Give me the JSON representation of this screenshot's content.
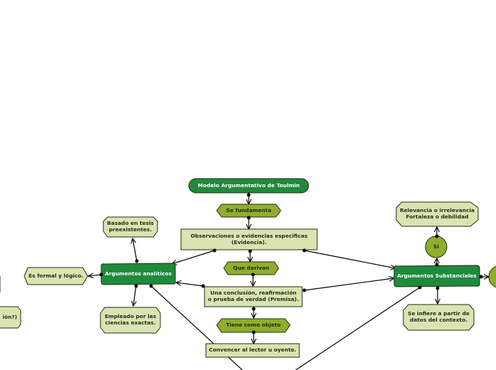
{
  "diagram": {
    "nodes": {
      "root": "Modelo Argumentativo de Toulmin",
      "se_fundamenta": "Se fundamenta",
      "observaciones": "Observaciones o evidencias especificas\n(Evidencia).",
      "que_derivan": "Que derivan",
      "conclusion": "Una conclusión, reafirmación\no prueba de verdad (Premisa).",
      "tiene_objeto": "Tiene como objeto",
      "convencer": "Convencer al lector u oyente.",
      "analiticos": "Argumentos analíticos",
      "basado_tesis": "Basado en tesis\npreexistentes.",
      "formal_logico": "Es formal y lógico.",
      "empleado": "Empleado por las\nciencias exactas.",
      "left_cut": "ión?)",
      "substanciales": "Argumentos Substanciales",
      "si": "Si",
      "relevancia": "Relevancia o irrelevancia\nFortaleza o debilidad",
      "infiere": "Se infiere a partir de\ndatos del contexto."
    },
    "colors": {
      "dark_green": "#1f8a3c",
      "olive": "#8fae2d",
      "pale": "#d9e4b3",
      "stroke": "#1f2d0f",
      "edge": "#000000"
    }
  }
}
